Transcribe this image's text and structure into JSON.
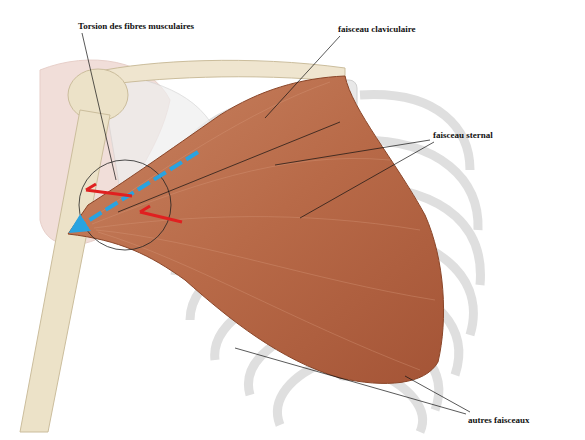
{
  "diagram": {
    "labels": [
      "Torsion des fibres musculaires",
      "faisceau claviculaire",
      "faisceau sternal",
      "autres faisceaux"
    ]
  }
}
